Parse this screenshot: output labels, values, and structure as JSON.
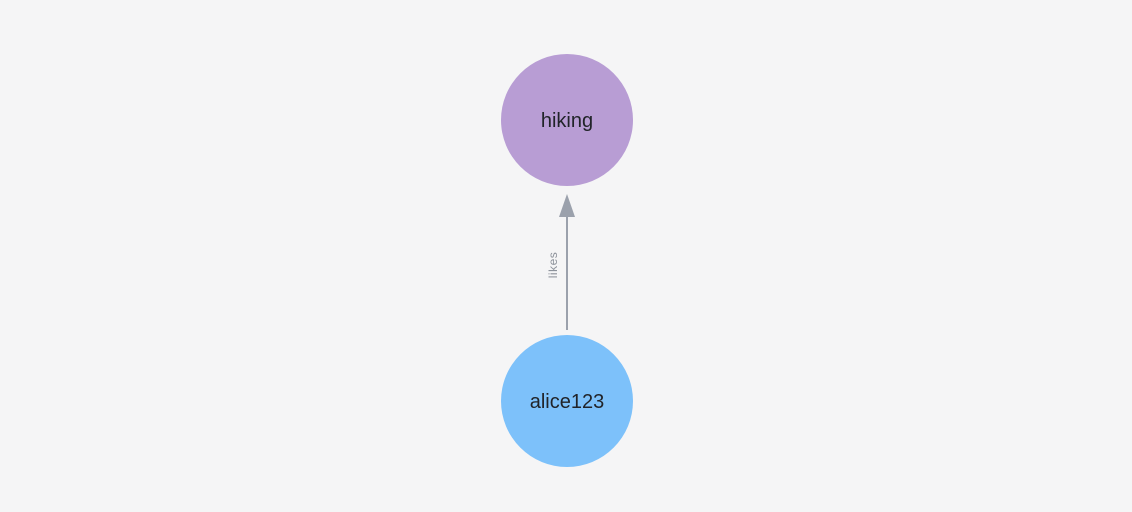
{
  "canvas": {
    "background": "#f5f5f6"
  },
  "graph": {
    "nodes": [
      {
        "id": "hiking",
        "label": "hiking",
        "color": "#b89dd4",
        "text_color": "#212429"
      },
      {
        "id": "alice123",
        "label": "alice123",
        "color": "#7dc1fa",
        "text_color": "#212429"
      }
    ],
    "edges": [
      {
        "from": "alice123",
        "to": "hiking",
        "label": "likes",
        "color": "#9ba1ac",
        "label_color": "#8d929b"
      }
    ]
  }
}
